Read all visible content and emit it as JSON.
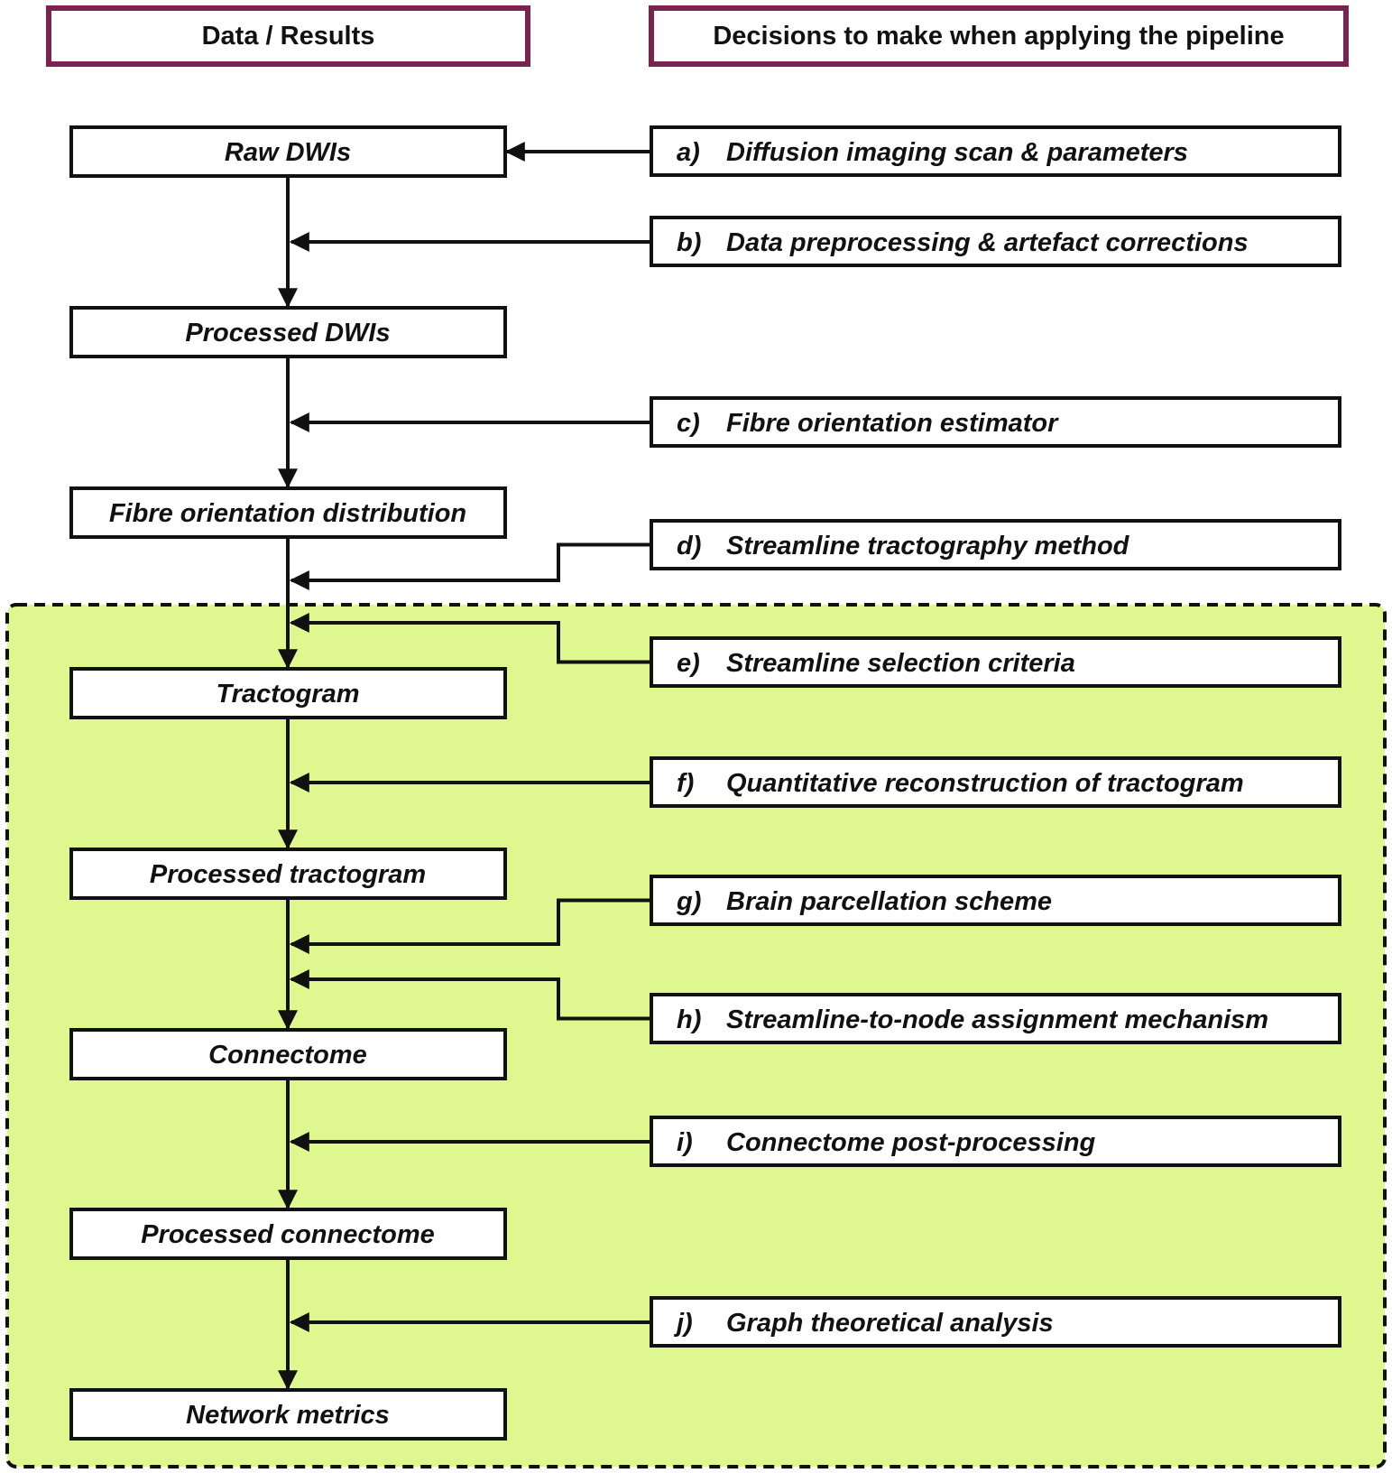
{
  "colors": {
    "header_border": "#7a2350",
    "box_border": "#111111",
    "highlight_fill": "#dff78f",
    "highlight_border": "#111111"
  },
  "headers": {
    "left": "Data / Results",
    "right": "Decisions to make when applying the pipeline"
  },
  "data_boxes": [
    {
      "label": "Raw DWIs"
    },
    {
      "label": "Processed DWIs"
    },
    {
      "label": "Fibre orientation distribution"
    },
    {
      "label": "Tractogram"
    },
    {
      "label": "Processed tractogram"
    },
    {
      "label": "Connectome"
    },
    {
      "label": "Processed connectome"
    },
    {
      "label": "Network metrics"
    }
  ],
  "decisions": [
    {
      "letter": "a)",
      "label": "Diffusion imaging scan & parameters"
    },
    {
      "letter": "b)",
      "label": "Data preprocessing & artefact corrections"
    },
    {
      "letter": "c)",
      "label": "Fibre orientation estimator"
    },
    {
      "letter": "d)",
      "label": "Streamline tractography method"
    },
    {
      "letter": "e)",
      "label": "Streamline selection criteria"
    },
    {
      "letter": "f)",
      "label": "Quantitative reconstruction of tractogram"
    },
    {
      "letter": "g)",
      "label": "Brain parcellation scheme"
    },
    {
      "letter": "h)",
      "label": "Streamline-to-node assignment mechanism"
    },
    {
      "letter": "i)",
      "label": "Connectome post-processing"
    },
    {
      "letter": "j)",
      "label": "Graph theoretical analysis"
    }
  ]
}
